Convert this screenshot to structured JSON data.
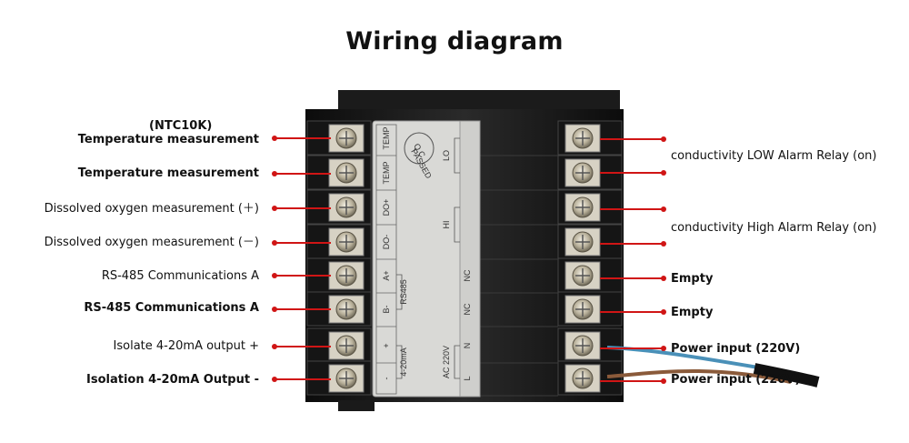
{
  "title": "Wiring diagram",
  "left_labels": [
    {
      "sub": "(NTC10K)",
      "text": "Temperature measurement"
    },
    {
      "text": "Temperature measurement"
    },
    {
      "text": "Dissolved oxygen measurement (＋)"
    },
    {
      "text": "Dissolved oxygen measurement (－)"
    },
    {
      "text": "RS-485 Communications A"
    },
    {
      "text": "RS-485 Communications A"
    },
    {
      "text": "Isolate 4-20mA output +"
    },
    {
      "text": "Isolation 4-20mA Output -"
    }
  ],
  "right_labels": [
    {
      "text": "conductivity LOW Alarm Relay (on)"
    },
    {
      "text": "conductivity High Alarm Relay (on)"
    },
    {
      "text": "Empty"
    },
    {
      "text": "Empty"
    },
    {
      "text": "Power input (220V)"
    },
    {
      "text": "Power input (220V)"
    }
  ],
  "panel": {
    "left_terminals": [
      "TEMP",
      "TEMP",
      "DO+",
      "DO-",
      "A+",
      "B-",
      "+",
      "-"
    ],
    "group_rs485": "RS485",
    "group_420": "4-20mA",
    "stamp_line1": "Q.C.",
    "stamp_line2": "PASSED",
    "right_terminals": [
      "",
      "",
      "",
      "",
      "NC",
      "NC",
      "N",
      "L"
    ],
    "relay_lo": "LO",
    "relay_hi": "HI",
    "power_group": "AC 220V"
  },
  "colors": {
    "accent": "#d01515",
    "device_body": "#1a1a1a",
    "label_panel": "#d8d8d8"
  }
}
